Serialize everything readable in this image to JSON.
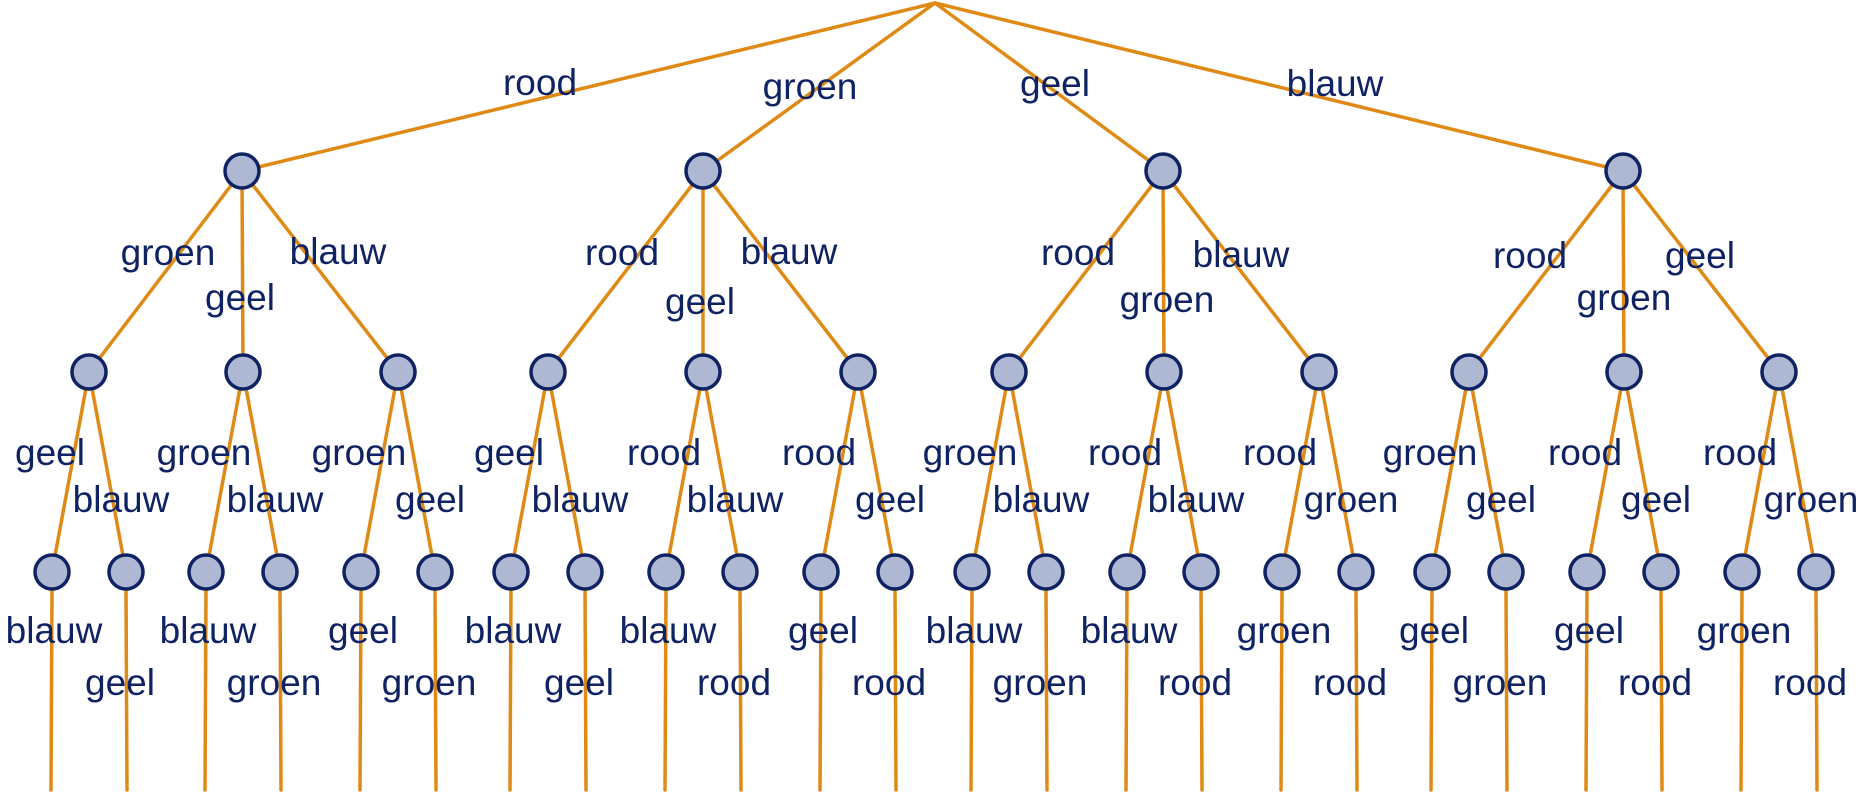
{
  "colors": {
    "edge": "#E08A16",
    "node_fill": "#AEB8D2",
    "node_stroke": "#0F2263",
    "label": "#0F2263"
  },
  "tree": {
    "level1": [
      {
        "label": "rood",
        "level2": [
          {
            "label": "groen",
            "level3": [
              {
                "label": "geel",
                "level4": "blauw"
              },
              {
                "label": "blauw",
                "level4": "geel"
              }
            ]
          },
          {
            "label": "geel",
            "level3": [
              {
                "label": "groen",
                "level4": "blauw"
              },
              {
                "label": "blauw",
                "level4": "groen"
              }
            ]
          },
          {
            "label": "blauw",
            "level3": [
              {
                "label": "groen",
                "level4": "geel"
              },
              {
                "label": "geel",
                "level4": "groen"
              }
            ]
          }
        ]
      },
      {
        "label": "groen",
        "level2": [
          {
            "label": "rood",
            "level3": [
              {
                "label": "geel",
                "level4": "blauw"
              },
              {
                "label": "blauw",
                "level4": "geel"
              }
            ]
          },
          {
            "label": "geel",
            "level3": [
              {
                "label": "rood",
                "level4": "blauw"
              },
              {
                "label": "blauw",
                "level4": "rood"
              }
            ]
          },
          {
            "label": "blauw",
            "level3": [
              {
                "label": "rood",
                "level4": "geel"
              },
              {
                "label": "geel",
                "level4": "rood"
              }
            ]
          }
        ]
      },
      {
        "label": "geel",
        "level2": [
          {
            "label": "rood",
            "level3": [
              {
                "label": "groen",
                "level4": "blauw"
              },
              {
                "label": "blauw",
                "level4": "groen"
              }
            ]
          },
          {
            "label": "groen",
            "level3": [
              {
                "label": "rood",
                "level4": "blauw"
              },
              {
                "label": "blauw",
                "level4": "rood"
              }
            ]
          },
          {
            "label": "blauw",
            "level3": [
              {
                "label": "rood",
                "level4": "groen"
              },
              {
                "label": "groen",
                "level4": "rood"
              }
            ]
          }
        ]
      },
      {
        "label": "blauw",
        "level2": [
          {
            "label": "rood",
            "level3": [
              {
                "label": "groen",
                "level4": "geel"
              },
              {
                "label": "geel",
                "level4": "groen"
              }
            ]
          },
          {
            "label": "groen",
            "level3": [
              {
                "label": "rood",
                "level4": "geel"
              },
              {
                "label": "geel",
                "level4": "rood"
              }
            ]
          },
          {
            "label": "geel",
            "level3": [
              {
                "label": "rood",
                "level4": "groen"
              },
              {
                "label": "groen",
                "level4": "rood"
              }
            ]
          }
        ]
      }
    ]
  }
}
